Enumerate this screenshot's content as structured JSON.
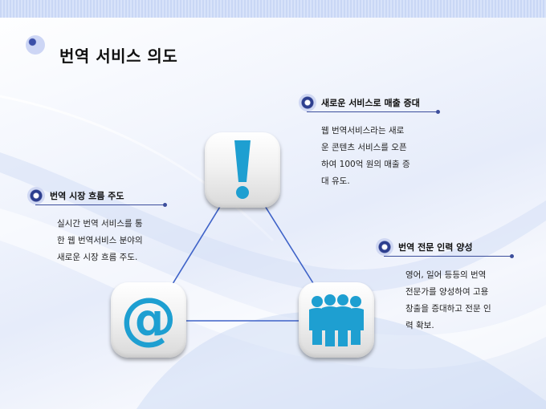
{
  "title": "번역 서비스 의도",
  "icons": [
    {
      "name": "exclamation-icon",
      "color": "#1e9fd1"
    },
    {
      "name": "at-sign-icon",
      "color": "#1e9fd1"
    },
    {
      "name": "people-group-icon",
      "color": "#1e9fd1"
    }
  ],
  "blocks": [
    {
      "heading": "새로운 서비스로 매출 증대",
      "lines": [
        "웹 번역서비스라는 새로",
        "운 콘텐츠 서비스를 오픈",
        "하여 100억 원의 매출 증",
        "대 유도."
      ]
    },
    {
      "heading": "번역 시장 흐름 주도",
      "lines": [
        "실시간 번역 서비스를 통",
        "한 웹 번역서비스 분야의",
        "새로운 시장 흐름 주도."
      ]
    },
    {
      "heading": "번역 전문 인력 양성",
      "lines": [
        "영어, 일어 등등의 번역",
        "전문가를 양성하여 고용",
        "창출을 증대하고 전문 인",
        "력 확보."
      ]
    }
  ],
  "colors": {
    "accent": "#1e9fd1",
    "navy": "#2d3f8f",
    "line": "#3f63c8"
  }
}
